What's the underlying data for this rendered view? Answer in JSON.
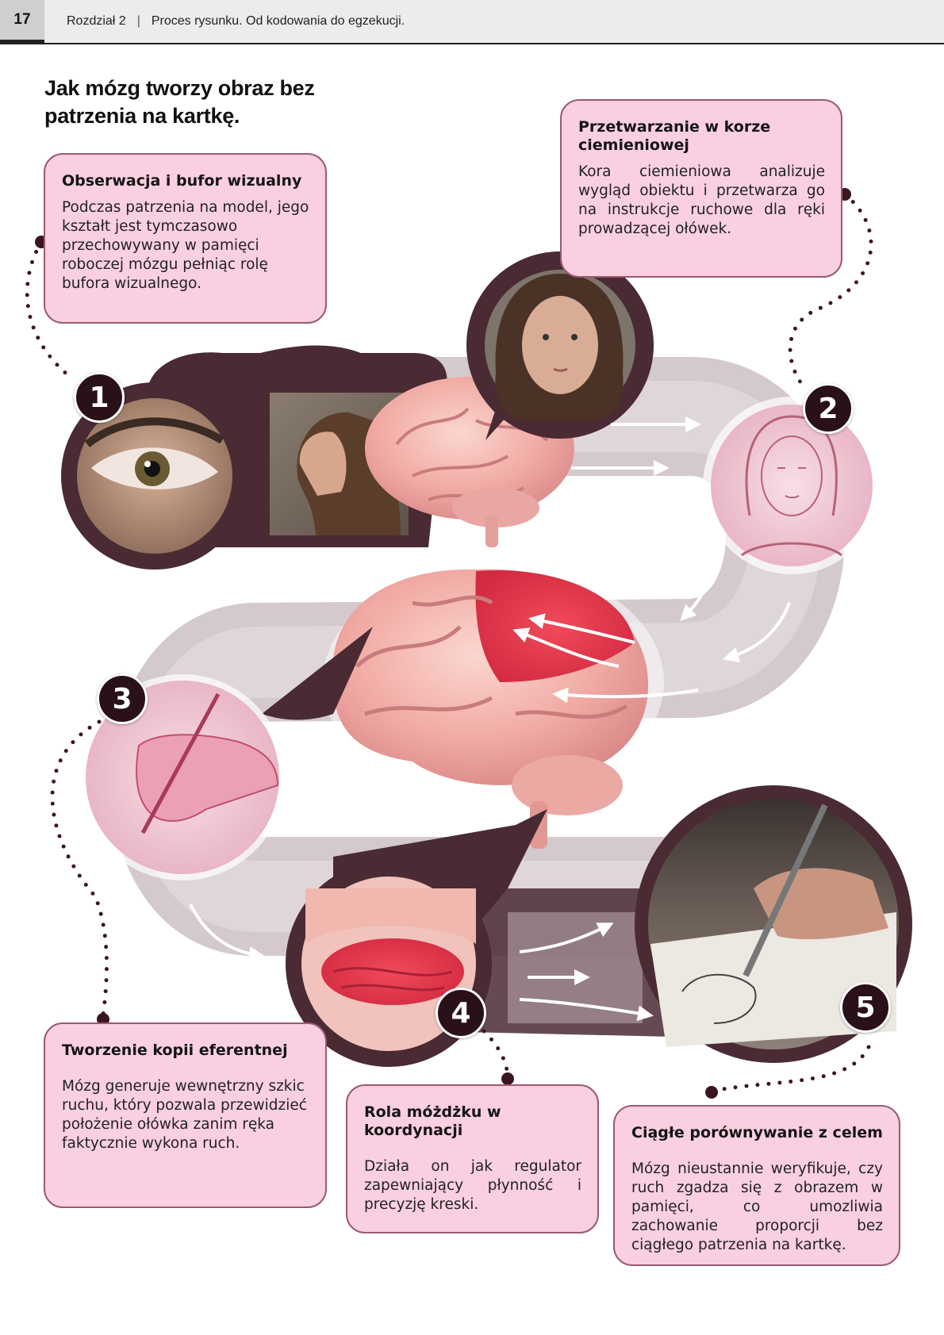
{
  "header": {
    "page_number": "17",
    "chapter": "Rozdział 2",
    "separator": "|",
    "section_title": "Proces rysunku. Od kodowania do egzekucji."
  },
  "page_title": "Jak mózg tworzy obraz bez patrzenia na kartkę.",
  "cards": {
    "observation": {
      "title": "Obserwacja i bufor wizualny",
      "body": "Podczas patrzenia na model, jego kształt jest tymczasowo przechowywany w pamięci roboczej mózgu pełniąc rolę bufora wizualnego."
    },
    "parietal": {
      "title": "Przetwarzanie w korze ciemieniowej",
      "body": "Kora ciemieniowa analizuje wygląd obiektu i przetwarza go na instrukcje ruchowe dla ręki prowadzącej ołówek."
    },
    "efferent": {
      "title": "Tworzenie kopii eferentnej",
      "body": "Mózg generuje wewnętrzny szkic ruchu, który pozwala przewidzieć położenie ołówka zanim ręka faktycznie wykona ruch."
    },
    "cerebellum": {
      "title": "Rola móżdżku w koordynacji",
      "body": "Działa on jak regulator zapewniający płynność i precyzję kreski."
    },
    "comparison": {
      "title": "Ciągłe porównywanie z celem",
      "body": "Mózg nieustannie weryfikuje, czy ruch zgadza się z obrazem w pamięci, co umozliwia zachowanie proporcji bez ciągłego patrzenia na kartkę."
    }
  },
  "steps": [
    "1",
    "2",
    "3",
    "4",
    "5"
  ],
  "colors": {
    "card_fill": "#f9cfe1",
    "card_border": "#9a5a72",
    "dark_maroon": "#4a2a33",
    "badge": "#2a1018",
    "header_bg": "#ececec"
  },
  "illustrations": [
    "eye-photo",
    "woman-profile-photo",
    "brain-top",
    "woman-portrait-photo",
    "face-sketch",
    "brain-center-highlighted",
    "hand-sketch",
    "cerebellum-closeup",
    "drawing-hand-photo"
  ]
}
